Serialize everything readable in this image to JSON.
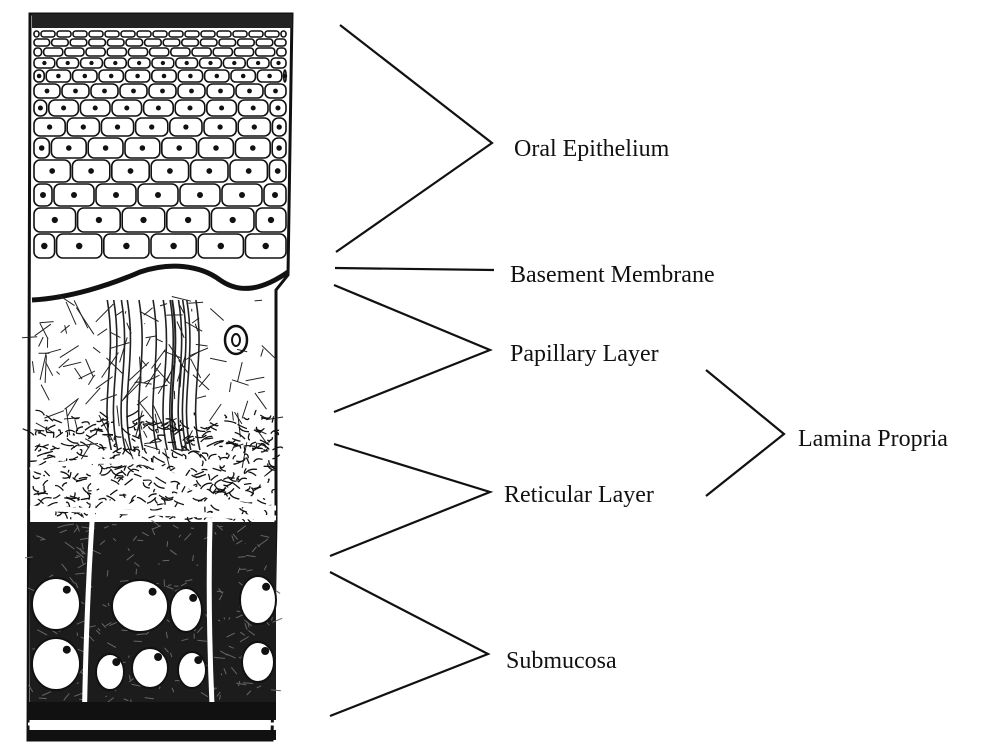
{
  "labels": {
    "oral_epithelium": "Oral Epithelium",
    "basement_membrane": "Basement Membrane",
    "papillary_layer": "Papillary Layer",
    "reticular_layer": "Reticular Layer",
    "lamina_propria": "Lamina Propria",
    "submucosa": "Submucosa"
  },
  "colors": {
    "ink": "#111111",
    "paper": "#ffffff"
  }
}
